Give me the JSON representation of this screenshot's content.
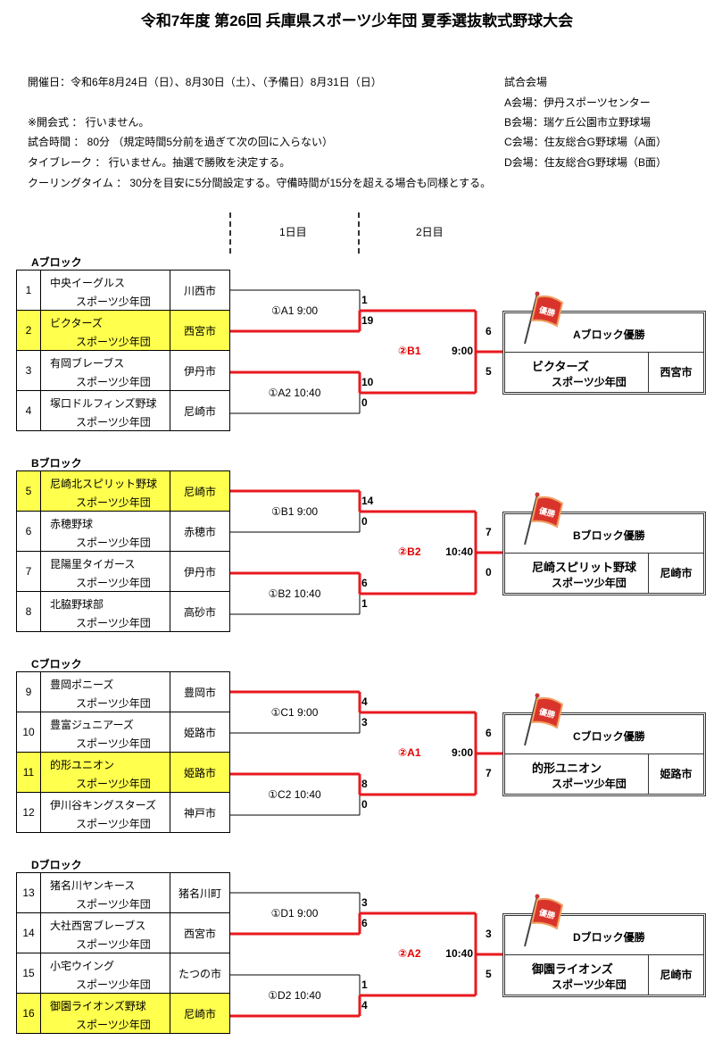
{
  "title": "令和7年度 第26回 兵庫県スポーツ少年団 夏季選抜軟式野球大会",
  "info": {
    "dates": "開催日：令和6年8月24日（日）、8月30日（土）、（予備日）8月31日（日）",
    "opening": "※開会式 ： 行いません。",
    "game_time": "試合時間 ： 80分 （規定時間5分前を過ぎて次の回に入らない）",
    "tiebreak": "タイブレーク ： 行いません。抽選で勝敗を決定する。",
    "cooling": "クーリングタイム ： 30分を目安に5分間設定する。守備時間が15分を超える場合も同様とする。"
  },
  "venues": {
    "heading": "試合会場",
    "items": [
      "A会場：伊丹スポーツセンター",
      "B会場：瑞ケ丘公園市立野球場",
      "C会場：住友総合G野球場（A面）",
      "D会場：住友総合G野球場（B面）"
    ]
  },
  "day_headers": [
    "1日目",
    "2日目"
  ],
  "colors": {
    "highlight": "#ffff4d",
    "winner_line": "#e8191f",
    "semi_code": "#e00000"
  },
  "flag_text": "優勝",
  "blocks": [
    {
      "label": "Aブロック",
      "teams": [
        {
          "no": "1",
          "name": "中央イーグルス",
          "suffix": "スポーツ少年団",
          "city": "川西市",
          "highlight": false
        },
        {
          "no": "2",
          "name": "ビクターズ",
          "suffix": "スポーツ少年団",
          "city": "西宮市",
          "highlight": true
        },
        {
          "no": "3",
          "name": "有岡ブレーブス",
          "suffix": "スポーツ少年団",
          "city": "伊丹市",
          "highlight": false
        },
        {
          "no": "4",
          "name": "塚口ドルフィンズ野球",
          "suffix": "スポーツ少年団",
          "city": "尼崎市",
          "highlight": false
        }
      ],
      "matches": [
        {
          "label": "①A1 9:00",
          "scores": [
            "1",
            "19"
          ]
        },
        {
          "label": "①A2 10:40",
          "scores": [
            "10",
            "0"
          ]
        }
      ],
      "semi": {
        "code": "②B1",
        "time": "9:00",
        "scores": [
          "6",
          "5"
        ]
      },
      "champion": {
        "title": "Aブロック優勝",
        "name": "ビクターズ",
        "suffix": "スポーツ少年団",
        "city": "西宮市"
      }
    },
    {
      "label": "Bブロック",
      "teams": [
        {
          "no": "5",
          "name": "尼崎北スピリット野球",
          "suffix": "スポーツ少年団",
          "city": "尼崎市",
          "highlight": true
        },
        {
          "no": "6",
          "name": "赤穂野球",
          "suffix": "スポーツ少年団",
          "city": "赤穂市",
          "highlight": false
        },
        {
          "no": "7",
          "name": "昆陽里タイガース",
          "suffix": "スポーツ少年団",
          "city": "伊丹市",
          "highlight": false
        },
        {
          "no": "8",
          "name": "北脇野球部",
          "suffix": "スポーツ少年団",
          "city": "高砂市",
          "highlight": false
        }
      ],
      "matches": [
        {
          "label": "①B1 9:00",
          "scores": [
            "14",
            "0"
          ]
        },
        {
          "label": "①B2 10:40",
          "scores": [
            "6",
            "1"
          ]
        }
      ],
      "semi": {
        "code": "②B2",
        "time": "10:40",
        "scores": [
          "7",
          "0"
        ]
      },
      "champion": {
        "title": "Bブロック優勝",
        "name": "尼崎スピリット野球",
        "suffix": "スポーツ少年団",
        "city": "尼崎市"
      }
    },
    {
      "label": "Cブロック",
      "teams": [
        {
          "no": "9",
          "name": "豊岡ポニーズ",
          "suffix": "スポーツ少年団",
          "city": "豊岡市",
          "highlight": false
        },
        {
          "no": "10",
          "name": "豊富ジュニアーズ",
          "suffix": "スポーツ少年団",
          "city": "姫路市",
          "highlight": false
        },
        {
          "no": "11",
          "name": "的形ユニオン",
          "suffix": "スポーツ少年団",
          "city": "姫路市",
          "highlight": true
        },
        {
          "no": "12",
          "name": "伊川谷キングスターズ",
          "suffix": "スポーツ少年団",
          "city": "神戸市",
          "highlight": false
        }
      ],
      "matches": [
        {
          "label": "①C1  9:00",
          "scores": [
            "4",
            "3"
          ]
        },
        {
          "label": "①C2 10:40",
          "scores": [
            "8",
            "0"
          ]
        }
      ],
      "semi": {
        "code": "②A1",
        "time": "9:00",
        "scores": [
          "6",
          "7"
        ]
      },
      "champion": {
        "title": "Cブロック優勝",
        "name": "的形ユニオン",
        "suffix": "スポーツ少年団",
        "city": "姫路市"
      }
    },
    {
      "label": "Dブロック",
      "teams": [
        {
          "no": "13",
          "name": "猪名川ヤンキース",
          "suffix": "スポーツ少年団",
          "city": "猪名川町",
          "highlight": false
        },
        {
          "no": "14",
          "name": "大社西宮ブレーブス",
          "suffix": "スポーツ少年団",
          "city": "西宮市",
          "highlight": false
        },
        {
          "no": "15",
          "name": "小宅ウイング",
          "suffix": "スポーツ少年団",
          "city": "たつの市",
          "highlight": false
        },
        {
          "no": "16",
          "name": "御園ライオンズ野球",
          "suffix": "スポーツ少年団",
          "city": "尼崎市",
          "highlight": true
        }
      ],
      "matches": [
        {
          "label": "①D1   9:00",
          "scores": [
            "3",
            "6"
          ]
        },
        {
          "label": "①D2  10:40",
          "scores": [
            "1",
            "4"
          ]
        }
      ],
      "semi": {
        "code": "②A2",
        "time": "10:40",
        "scores": [
          "3",
          "5"
        ]
      },
      "champion": {
        "title": "Dブロック優勝",
        "name": "御園ライオンズ",
        "suffix": "スポーツ少年団",
        "city": "尼崎市"
      }
    }
  ]
}
